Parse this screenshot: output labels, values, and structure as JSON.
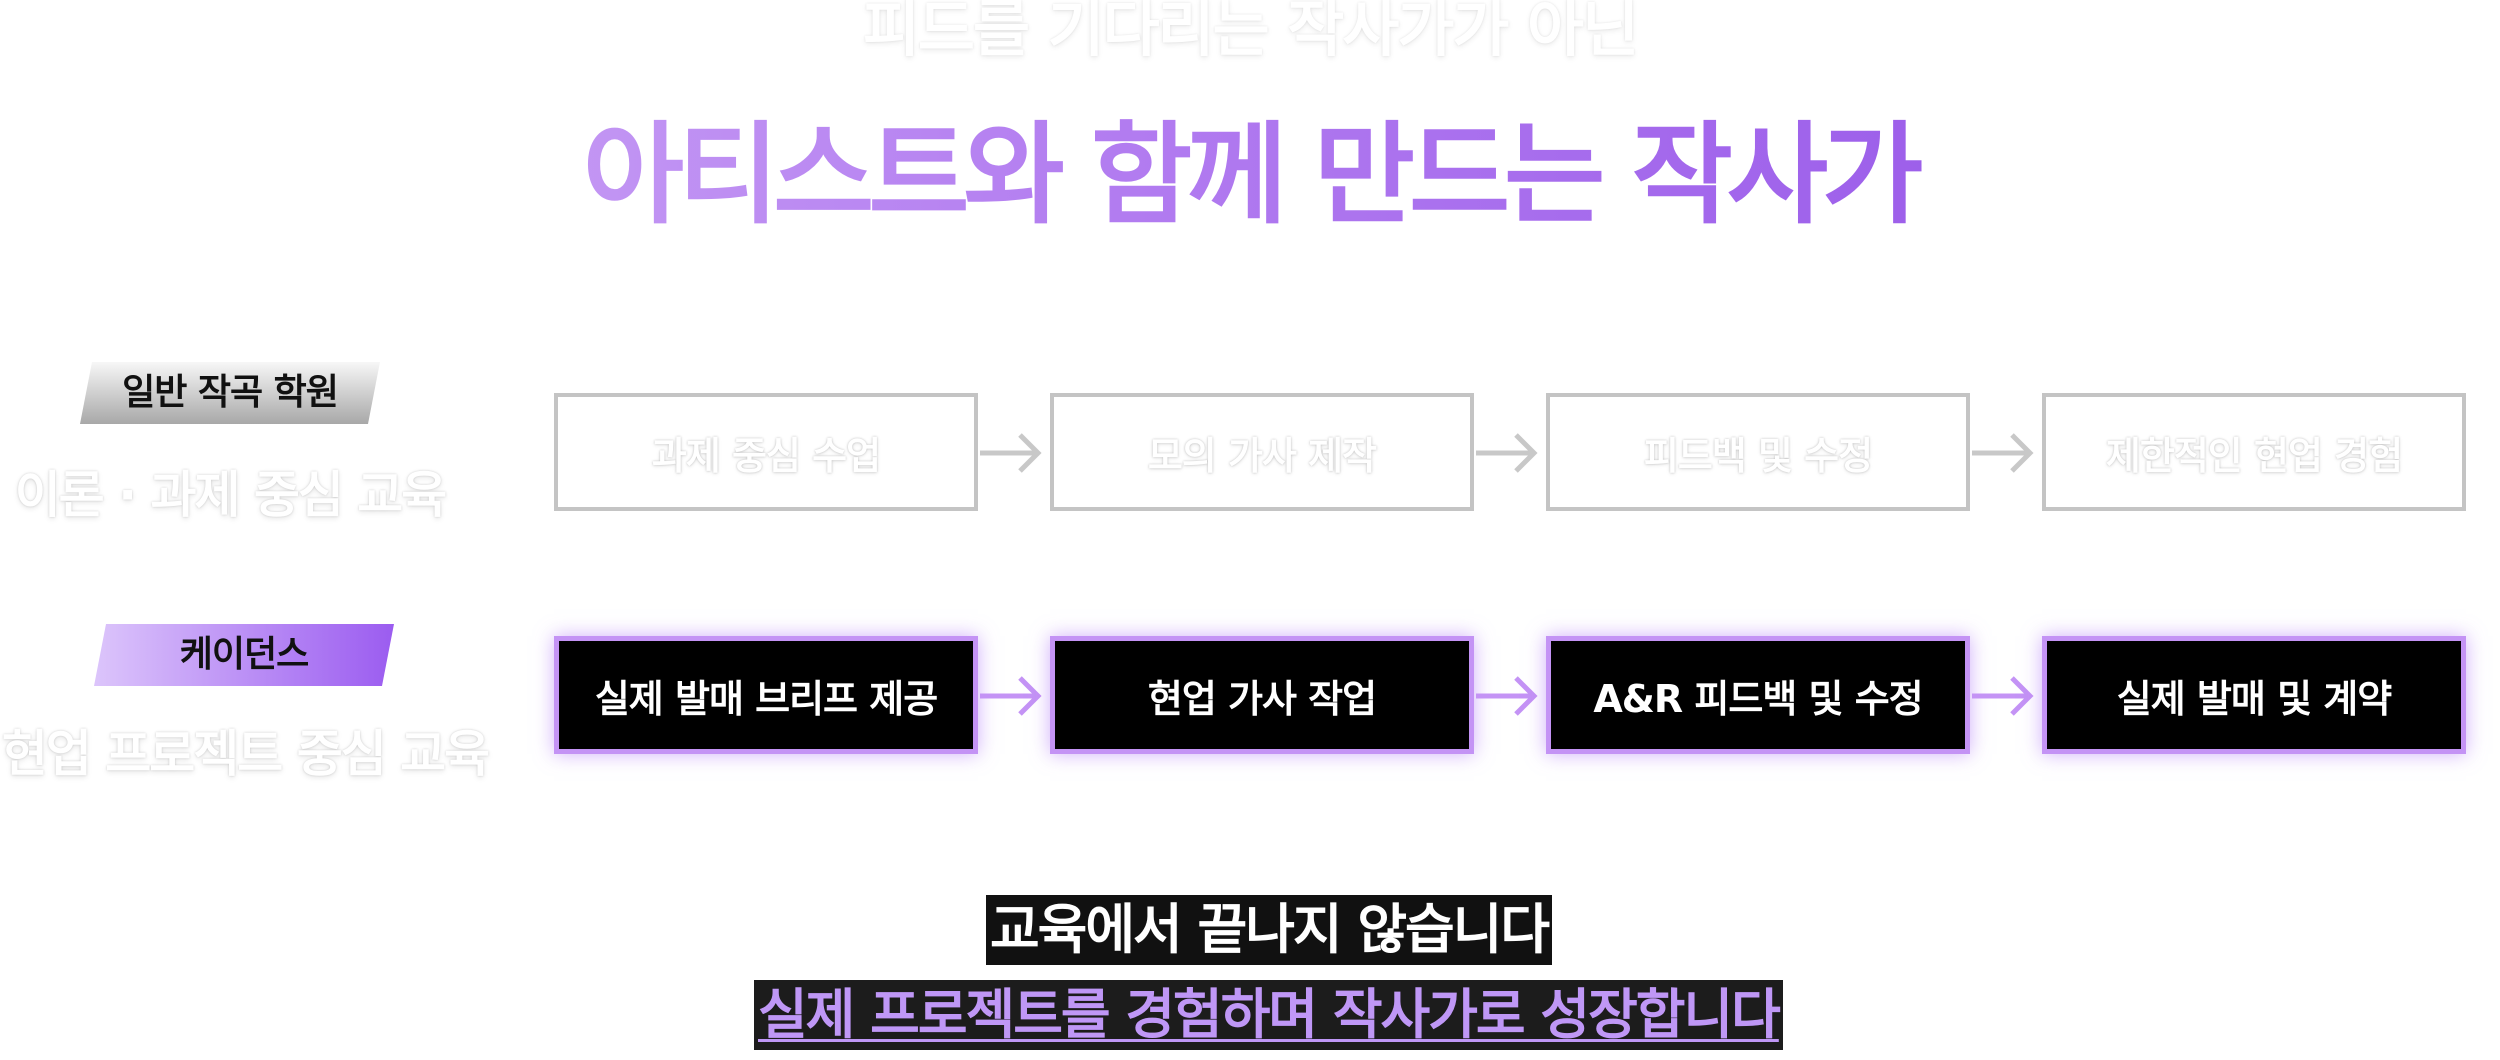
{
  "header": {
    "kicker": "피드를 기다리는 작사가가 아닌",
    "headline": "아티스트와 함께 만드는 작사가"
  },
  "rows": {
    "general": {
      "tag": "일반 작곡 학원",
      "subtitle": "이론 · 과제 중심 교육",
      "steps": [
        "과제 중심 수업",
        "모의 가사 제작",
        "피드백 및 수정",
        "제한적인 현업 경험"
      ]
    },
    "kdance": {
      "tag": "케이던스",
      "subtitle": "현업 프로젝트 중심 교육",
      "steps": [
        "실제 발매 브리프 제공",
        "현업 가사 작업",
        "A&R 피드백 및 수정",
        "실제 발매 및 계약"
      ]
    }
  },
  "footer": {
    "line1": "교육에서 끝나지 않습니다",
    "line2": "실제 프로젝트를 경험하며 작사가로 성장합니다"
  },
  "colors": {
    "accent_purple": "#9b5cf0",
    "box_border_purple": "#c493f5",
    "box_border_gray": "#c4c4c4",
    "box_dark": "#000000"
  },
  "icons": {
    "step_connector": "arrow-right-icon"
  }
}
